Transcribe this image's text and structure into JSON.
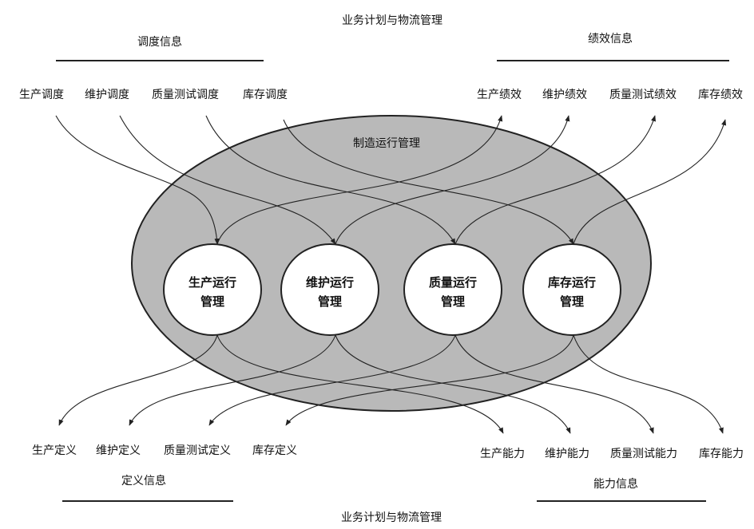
{
  "title_top": "业务计划与物流管理",
  "title_bottom": "业务计划与物流管理",
  "center_title": "制造运行管理",
  "groups": {
    "schedule": {
      "label": "调度信息",
      "items": [
        "生产调度",
        "维护调度",
        "质量测试调度",
        "库存调度"
      ]
    },
    "performance": {
      "label": "绩效信息",
      "items": [
        "生产绩效",
        "维护绩效",
        "质量测试绩效",
        "库存绩效"
      ]
    },
    "definition": {
      "label": "定义信息",
      "items": [
        "生产定义",
        "维护定义",
        "质量测试定义",
        "库存定义"
      ]
    },
    "capability": {
      "label": "能力信息",
      "items": [
        "生产能力",
        "维护能力",
        "质量测试能力",
        "库存能力"
      ]
    }
  },
  "operations": [
    {
      "line1": "生产运行",
      "line2": "管理"
    },
    {
      "line1": "维护运行",
      "line2": "管理"
    },
    {
      "line1": "质量运行",
      "line2": "管理"
    },
    {
      "line1": "库存运行",
      "line2": "管理"
    }
  ],
  "colors": {
    "ellipse_fill": "#b9b9b9",
    "stroke": "#222222",
    "node_fill": "#ffffff"
  }
}
